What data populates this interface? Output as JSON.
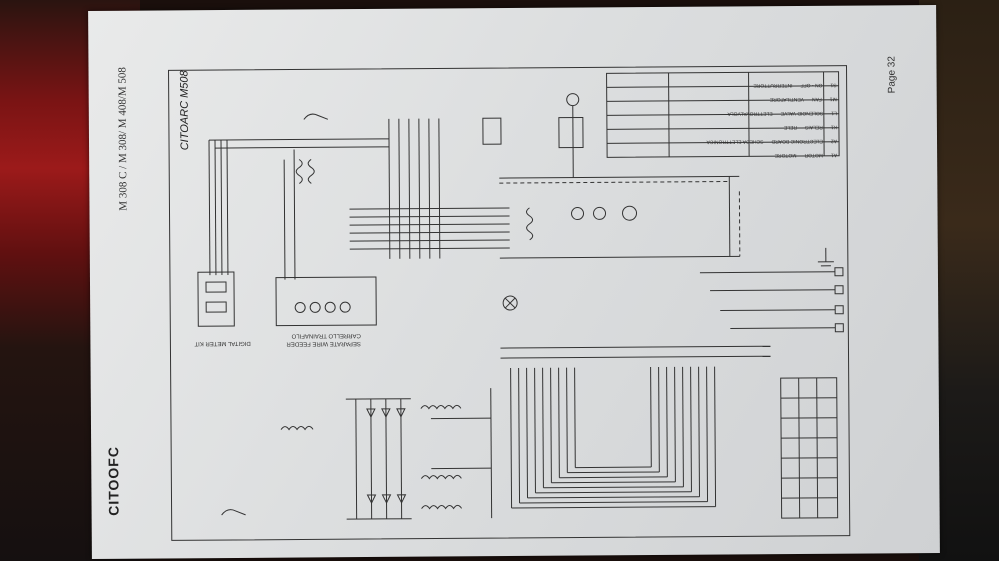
{
  "doc": {
    "brand": "CITOOFC",
    "models": "M 308 C / M 308/ M 408/M 508",
    "diagram_title": "CITOARC M508",
    "page_label": "Page 32"
  },
  "blocks": {
    "digital_meter": "DIGITAL METER KIT",
    "wire_feeder": "SEPARATE WIRE FEEDER",
    "wire_feeder_sub": "CARRELLO TRAINAFILO"
  },
  "legend": {
    "rows": [
      {
        "code": "A1",
        "desc": "MOTOR",
        "desc2": "MOTORE"
      },
      {
        "code": "A2",
        "desc": "ELECTRONIC BOARD",
        "desc2": "SCHEDA ELETTRONICA"
      },
      {
        "code": "K1",
        "desc": "RELAIS",
        "desc2": "RELE"
      },
      {
        "code": "L1",
        "desc": "SOLENOID VALVE",
        "desc2": "ELETTROVALVOLA"
      },
      {
        "code": "M1",
        "desc": "FAN",
        "desc2": "VENTILATORE"
      },
      {
        "code": "S1",
        "desc": "ON - OFF",
        "desc2": "INTERRUTTORE"
      }
    ]
  }
}
